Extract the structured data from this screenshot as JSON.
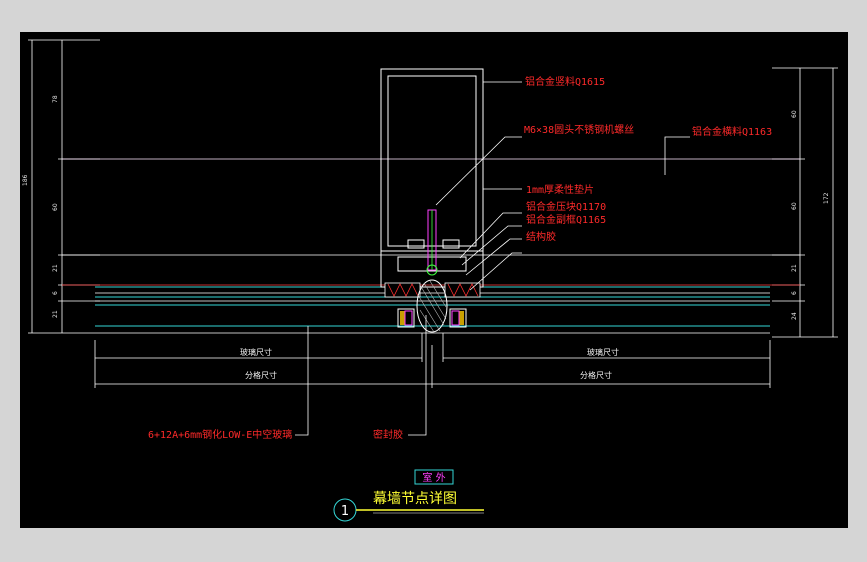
{
  "drawing": {
    "labels": {
      "mullion": "铝合金竖料Q1615",
      "screw": "M6×38圆头不锈钢机螺丝",
      "transom": "铝合金横料Q1163",
      "pad": "1mm厚柔性垫片",
      "pressure_plate": "铝合金压块Q1170",
      "cover": "铝合金副框Q1165",
      "structural_glue": "结构胶",
      "glass": "6+12A+6mm钢化LOW-E中空玻璃",
      "sealant": "密封胶"
    },
    "dims_left": [
      "78",
      "60",
      "21",
      "6",
      "21"
    ],
    "dims_left_total": "186",
    "dims_right": [
      "60",
      "60",
      "21",
      "6",
      "24"
    ],
    "dims_right_total": "172",
    "width_label_1": "玻璃尺寸",
    "width_label_2": "分格尺寸",
    "exterior": "室 外",
    "title": "幕墙节点详图",
    "number": "1"
  }
}
